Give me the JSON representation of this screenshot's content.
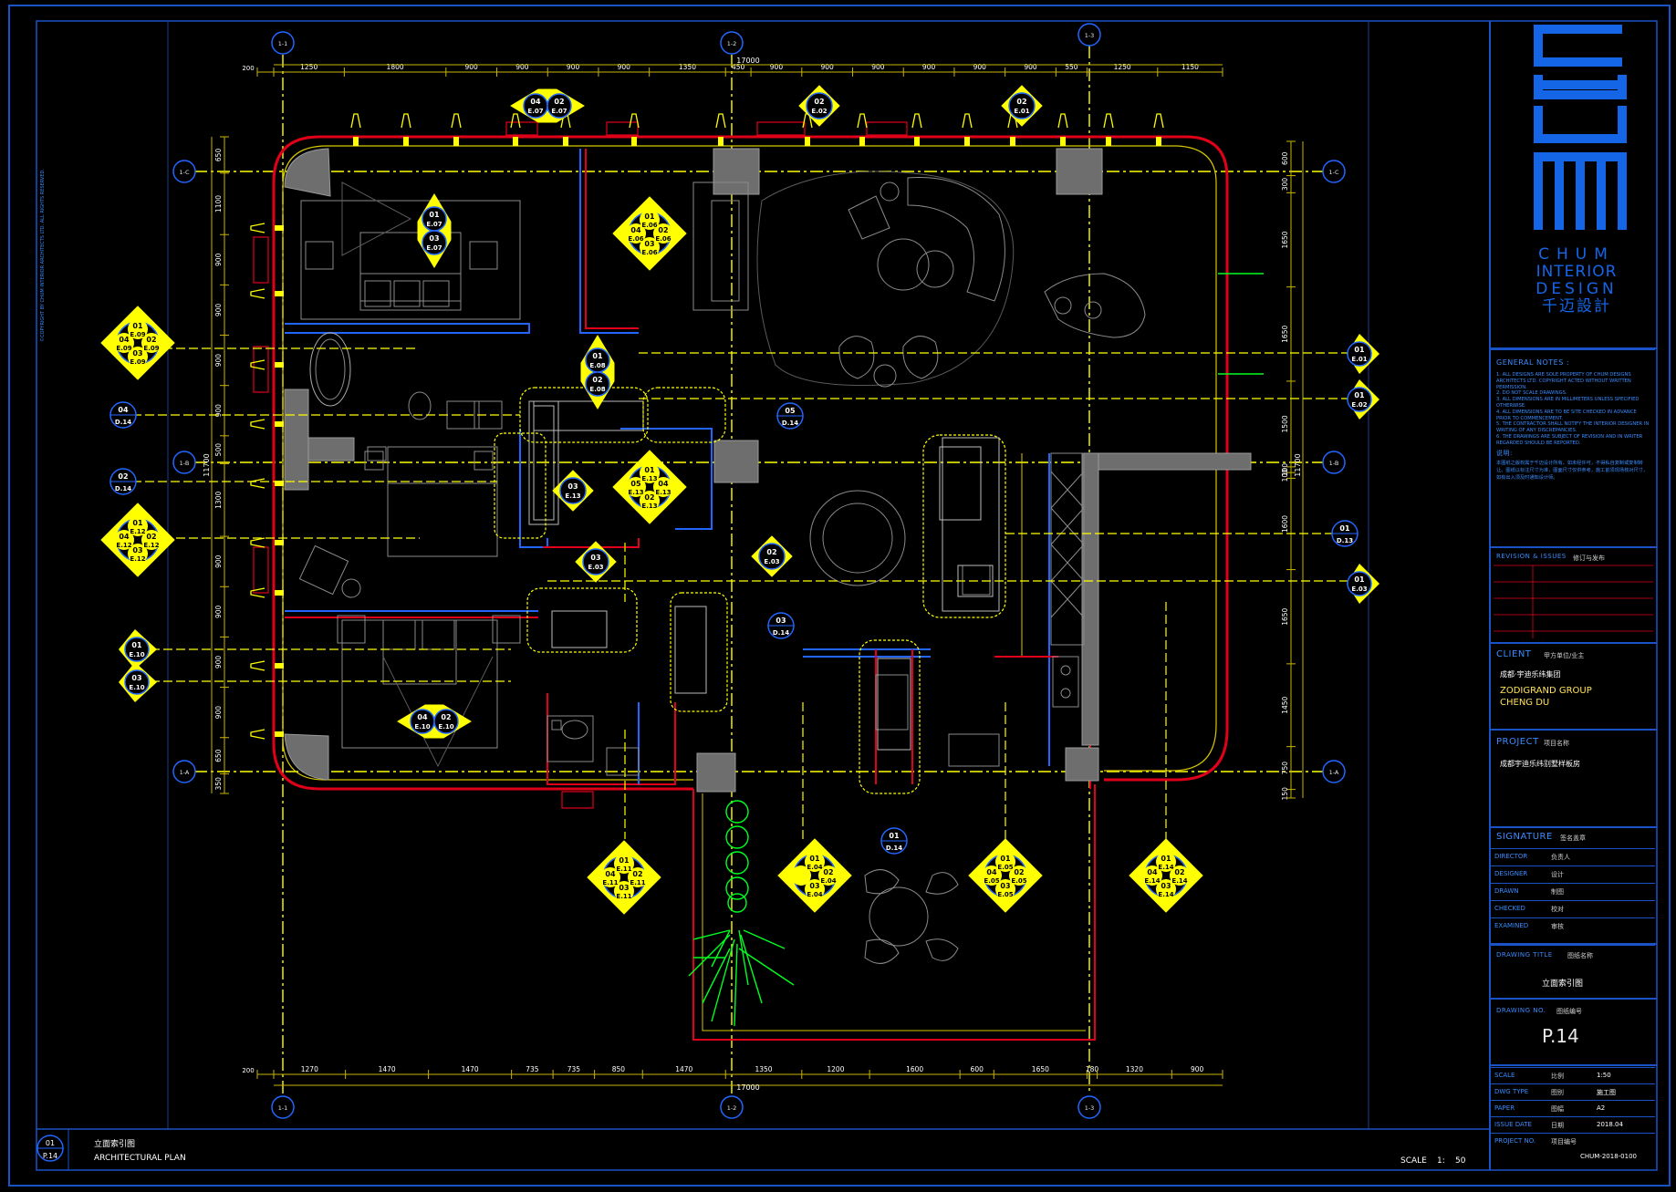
{
  "dims": {
    "top": [
      "200",
      "1250",
      "1800",
      "900",
      "900",
      "900",
      "900",
      "1350",
      "450",
      "900",
      "900",
      "900",
      "900",
      "900",
      "900",
      "550",
      "1250",
      "1150"
    ],
    "top_total": "17000",
    "bottom": [
      "200",
      "1270",
      "1470",
      "1470",
      "735",
      "735",
      "850",
      "1470",
      "1350",
      "1200",
      "1600",
      "600",
      "1650",
      "180",
      "1320",
      "900"
    ],
    "bottom_total": "17000",
    "left": [
      "650",
      "1100",
      "900",
      "900",
      "900",
      "900",
      "500",
      "1300",
      "900",
      "900",
      "900",
      "900",
      "650",
      "350"
    ],
    "left_total": "11700",
    "right": [
      "600",
      "300",
      "1650",
      "1650",
      "1500",
      "100",
      "100",
      "1600",
      "1650",
      "1450",
      "750",
      "150"
    ],
    "right_total": "11700"
  },
  "grids": {
    "cols": [
      "1-1",
      "1-2",
      "1-3"
    ],
    "rows": [
      "1-C",
      "1-B",
      "1-A"
    ]
  },
  "markers4": [
    {
      "id": "m-e07-top",
      "n": [
        "04",
        "02"
      ],
      "s": [
        "E.07",
        "E.07"
      ]
    },
    {
      "id": "m-e02-top",
      "n": [
        "02"
      ],
      "s": [
        "E.02"
      ]
    },
    {
      "id": "m-e01-top",
      "n": [
        "02"
      ],
      "s": [
        "E.01"
      ]
    },
    {
      "id": "m-e07-bed",
      "n": [
        "01",
        "03"
      ],
      "s": [
        "E.07",
        "E.07"
      ]
    },
    {
      "id": "m-e06",
      "n": [
        "01",
        "04",
        "02",
        "03"
      ],
      "s": [
        "E.06",
        "E.06",
        "E.06",
        "E.06"
      ]
    },
    {
      "id": "m-e09",
      "n": [
        "01",
        "04",
        "02",
        "03"
      ],
      "s": [
        "E.09",
        "E.09",
        "E.09",
        "E.09"
      ]
    },
    {
      "id": "m-e12",
      "n": [
        "01",
        "04",
        "02",
        "03"
      ],
      "s": [
        "E.12",
        "E.12",
        "E.12",
        "E.12"
      ]
    },
    {
      "id": "m-e08",
      "n": [
        "01",
        "02"
      ],
      "s": [
        "E.08",
        "E.08"
      ]
    },
    {
      "id": "m-e13a",
      "n": [
        "03"
      ],
      "s": [
        "E.13"
      ]
    },
    {
      "id": "m-e13b",
      "n": [
        "01",
        "05",
        "04",
        "02"
      ],
      "s": [
        "E.13",
        "E.13",
        "E.13",
        "E.13"
      ]
    },
    {
      "id": "m-e03-mid",
      "n": [
        "03"
      ],
      "s": [
        "E.03"
      ]
    },
    {
      "id": "m-e03-side",
      "n": [
        "02"
      ],
      "s": [
        "E.03"
      ]
    },
    {
      "id": "m-e10-bed",
      "n": [
        "04",
        "02"
      ],
      "s": [
        "E.10",
        "E.10"
      ]
    },
    {
      "id": "m-e11",
      "n": [
        "01",
        "04",
        "02",
        "03"
      ],
      "s": [
        "E.11",
        "E.11",
        "E.11",
        "E.11"
      ]
    },
    {
      "id": "m-e04",
      "n": [
        "01",
        "02",
        "03"
      ],
      "s": [
        "E.04",
        "E.04",
        "E.04"
      ]
    },
    {
      "id": "m-e05",
      "n": [
        "01",
        "04",
        "02",
        "03"
      ],
      "s": [
        "E.05",
        "E.05",
        "E.05",
        "E.05"
      ]
    },
    {
      "id": "m-e14",
      "n": [
        "01",
        "04",
        "02",
        "03"
      ],
      "s": [
        "E.14",
        "E.14",
        "E.14",
        "E.14"
      ]
    }
  ],
  "markers_r": [
    {
      "n": "01",
      "s": "E.01"
    },
    {
      "n": "01",
      "s": "E.02"
    },
    {
      "n": "01",
      "s": "E.03"
    },
    {
      "n": "01",
      "s": "E.10"
    },
    {
      "n": "03",
      "s": "E.10"
    }
  ],
  "circles": [
    {
      "n": "04",
      "s": "D.14"
    },
    {
      "n": "02",
      "s": "D.14"
    },
    {
      "n": "05",
      "s": "D.14"
    },
    {
      "n": "03",
      "s": "D.14"
    },
    {
      "n": "01",
      "s": "D.13"
    },
    {
      "n": "01",
      "s": "D.14"
    }
  ],
  "copyright": "©COPYRIGHT BY CHUM INTERIOR ARCHITECTS LTD. ALL RIGHTS RESERVED.",
  "drawing_label": {
    "num": "01",
    "sheet": "P.14",
    "title_cn": "立面索引图",
    "title_en": "ARCHITECTURAL PLAN"
  },
  "scale": {
    "label": "SCALE",
    "colon": "1:",
    "value": "50"
  },
  "title_block": {
    "logo_letters": [
      "C",
      "H",
      "U",
      "M"
    ],
    "logo_en": [
      "CHUM",
      "INTERIOR",
      "DESIGN"
    ],
    "logo_cn": "千迈設計",
    "general_notes_title": "GENERAL NOTES :",
    "general_notes": [
      "1. ALL DESIGNS ARE SOLE PROPERTY OF CHUM DESIGNS ARCHITECTS LTD. COPYRIGHT ACTED WITHOUT WRITTEN PERMISSION.",
      "2. DO NOT SCALE DRAWINGS.",
      "3. ALL DIMENSIONS ARE IN MILLIMETERS UNLESS SPECIFIED OTHERWISE.",
      "4. ALL DIMENSIONS ARE TO BE SITE CHECKED IN ADVANCE PRIOR TO COMMENCEMENT.",
      "5. THE CONTRACTOR SHALL NOTIFY THE INTERIOR DESIGNER IN WRITING OF ANY DISCREPANCIES.",
      "6. THE DRAWINGS ARE SUBJECT OF REVISION AND IN WRITER REGARDED SHOULD BE REPORTED."
    ],
    "notes_cn_title": "说明:",
    "notes_cn": "本图纸之版权属于千迈设计所有，如未经许可，不得私自复制或复制转让。图纸以标注尺寸为准，图面尺寸仅供参考，施工前须现场核对尺寸，如有出入须及时通知设计师。",
    "revision_title": "REVISION & ISSUES",
    "revision_cn": "修订与发布",
    "client_title": "CLIENT",
    "client_cn_label": "甲方单位/业主",
    "client_name_cn": "成都·宇迪乐纬集团",
    "client_name_en": [
      "ZODIGRAND GROUP",
      "CHENG DU"
    ],
    "project_title": "PROJECT",
    "project_cn_label": "项目名称",
    "project_name": "成都宇迪乐纬别墅样板房",
    "signature_title": "SIGNATURE",
    "signature_cn": "签名盖章",
    "signatures": [
      {
        "k": "DIRECTOR",
        "z": "负责人"
      },
      {
        "k": "DESIGNER",
        "z": "设计"
      },
      {
        "k": "DRAWN",
        "z": "制图"
      },
      {
        "k": "CHECKED",
        "z": "校对"
      },
      {
        "k": "EXAMINED",
        "z": "审核"
      }
    ],
    "drawing_title_label": "DRAWING TITLE",
    "drawing_title_cn_label": "图纸名称",
    "drawing_title": "立面索引图",
    "drawing_no_label": "DRAWING NO.",
    "drawing_no_cn": "图纸编号",
    "drawing_no": "P.14",
    "meta": [
      {
        "k": "SCALE",
        "z": "比例",
        "v": "1:50"
      },
      {
        "k": "DWG TYPE",
        "z": "图别",
        "v": "施工图"
      },
      {
        "k": "PAPER",
        "z": "图幅",
        "v": "A2"
      },
      {
        "k": "ISSUE DATE",
        "z": "日期",
        "v": "2018.04"
      },
      {
        "k": "PROJECT NO.",
        "z": "项目编号",
        "v": ""
      }
    ],
    "project_no": "CHUM-2018-0100"
  },
  "colors": {
    "frame": "#1a52c8",
    "logo": "#1466e6",
    "wall": "#e0001a",
    "wall_inner": "#d8c800",
    "yellow": "#ffff00",
    "dim": "#c8b400",
    "furniture": "#8a8a8a",
    "blue_line": "#2266ff",
    "column": "#808080",
    "plant": "#00ff20"
  }
}
